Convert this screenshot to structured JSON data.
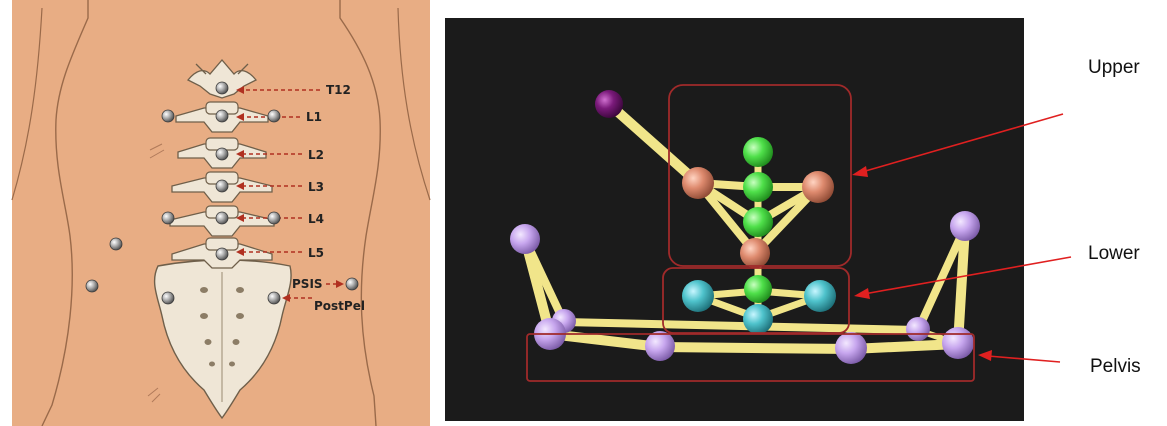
{
  "anatomy": {
    "spine_labels": [
      "T12",
      "L1",
      "L2",
      "L3",
      "L4",
      "L5"
    ],
    "psis_label": "PSIS",
    "postpel_label": "PostPel"
  },
  "model": {
    "labels": {
      "upper": "Upper",
      "lower": "Lower",
      "pelvis": "Pelvis"
    }
  },
  "colors": {
    "skin": "#e8ad84",
    "skin_outline": "#9a6a4a",
    "bone": "#efe6d6",
    "bone_outline": "#6f5f4a",
    "marker": "#9a9a9a",
    "arrow_dashed": "#b03020",
    "viewport_bg": "#1b1b1b",
    "segment_yellow": "#f1e58a",
    "green_joint": "#4fe04a",
    "salmon_joint": "#de8a6e",
    "cyan_joint": "#4fc3cc",
    "lavender_joint": "#c7a6ee",
    "purple_joint": "#7a1a7a",
    "box_outline": "#a02a2a",
    "callout_arrow": "#e02020"
  },
  "icons": {
    "body_marker": "gray-sphere-marker-icon",
    "model_joint": "joint-sphere-icon"
  }
}
